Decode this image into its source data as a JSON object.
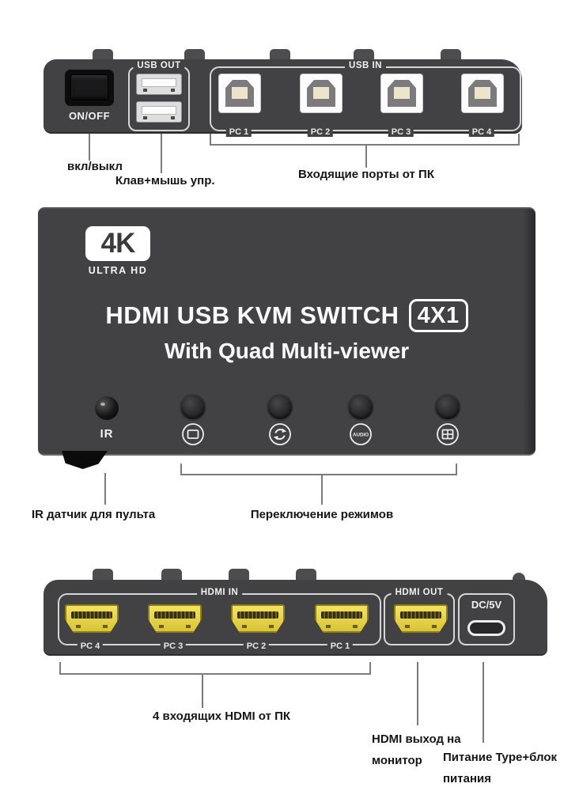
{
  "background": "#ffffff",
  "colors": {
    "device_body": "#424245",
    "port_outline": "#d6d6d6",
    "hdmi_gold": "#e8d34a",
    "device_label_text": "#f2f2f2",
    "annotation_text": "#161616",
    "callout_line": "#7c7c7c"
  },
  "top_panel": {
    "power_switch_label": "ON/OFF",
    "usb_out": {
      "group_label": "USB OUT"
    },
    "usb_in": {
      "group_label": "USB IN",
      "ports": [
        "PC 1",
        "PC 2",
        "PC 3",
        "PC 4"
      ]
    },
    "callouts": {
      "power": "вкл/выкл",
      "keyboard_mouse": "Клав+мышь упр.",
      "usb_in": "Входящие порты от ПК"
    }
  },
  "front_panel": {
    "badge_main": "4K",
    "badge_sub": "ULTRA HD",
    "title": "HDMI USB KVM SWITCH",
    "title_badge": "4X1",
    "subtitle": "With Quad Multi-viewer",
    "ir_label": "IR",
    "buttons": [
      {
        "icon": "single-screen"
      },
      {
        "icon": "cycle"
      },
      {
        "icon": "audio",
        "label": "AUDIO"
      },
      {
        "icon": "quad-grid"
      }
    ],
    "callouts": {
      "ir": "IR датчик для пульта",
      "mode_buttons": "Переключение режимов"
    }
  },
  "bottom_panel": {
    "hdmi_in": {
      "group_label": "HDMI IN",
      "ports": [
        "PC 4",
        "PC 3",
        "PC 2",
        "PC 1"
      ]
    },
    "hdmi_out": {
      "group_label": "HDMI OUT"
    },
    "dc": {
      "label": "DC/5V"
    },
    "callouts": {
      "hdmi_in": "4 входящих HDMI от ПК",
      "hdmi_out": [
        "HDMI выход на",
        "монитор"
      ],
      "power": [
        "Питание Type+блок",
        "питания"
      ]
    }
  }
}
